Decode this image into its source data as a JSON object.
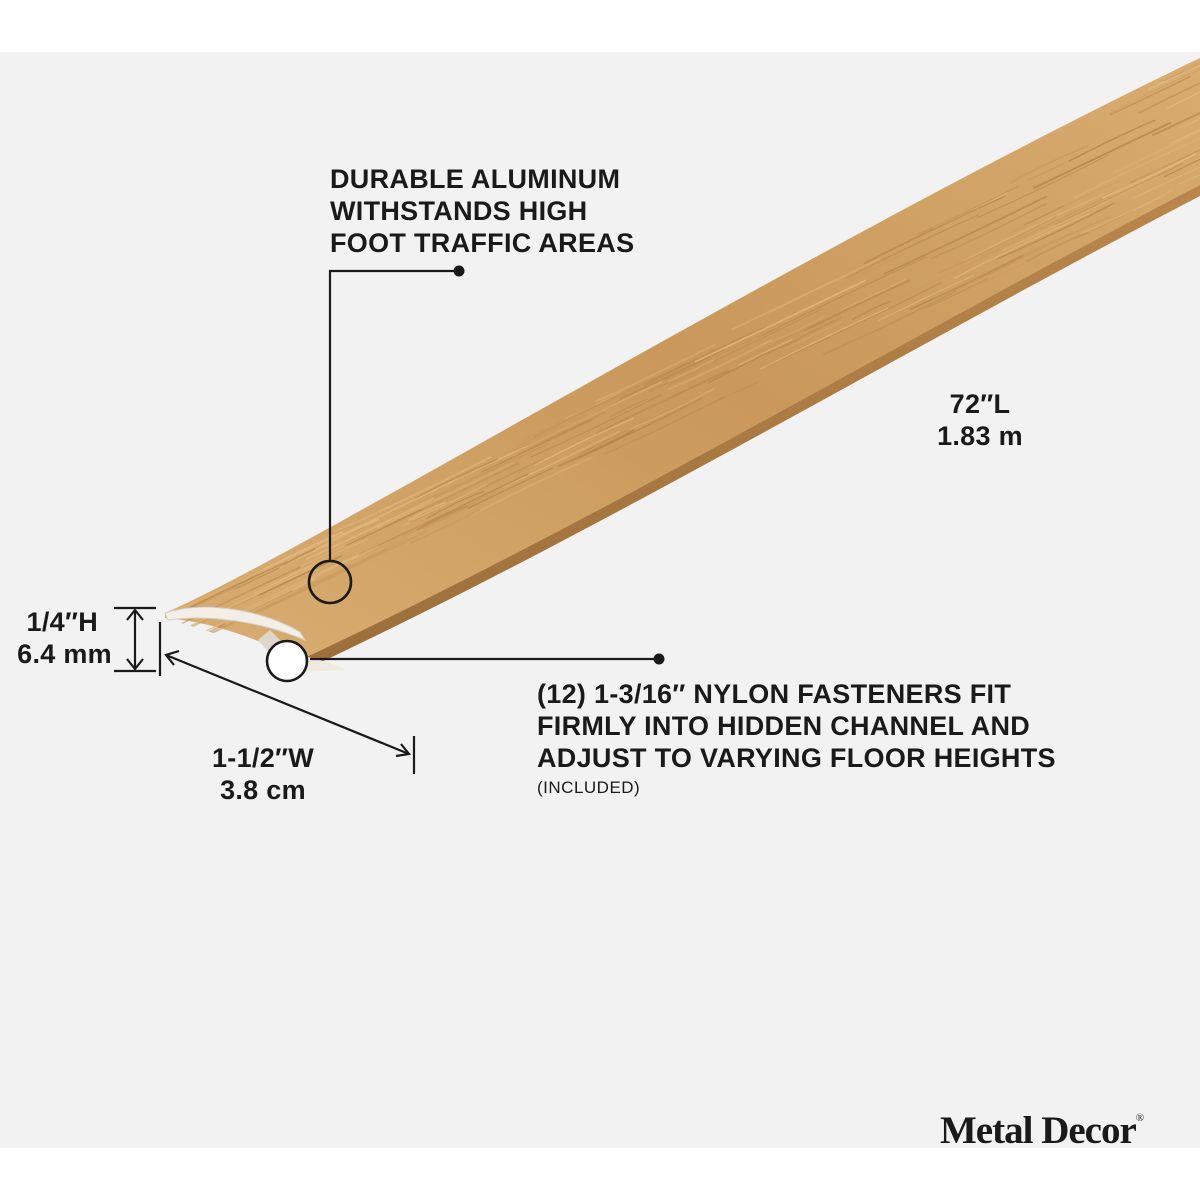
{
  "callouts": {
    "durability": {
      "lines": [
        "DURABLE ALUMINUM",
        "WITHSTANDS HIGH",
        "FOOT TRAFFIC AREAS"
      ]
    },
    "length": {
      "imperial": "72″L",
      "metric": "1.83 m"
    },
    "height": {
      "imperial": "1/4″H",
      "metric": "6.4 mm"
    },
    "width": {
      "imperial": "1-1/2″W",
      "metric": "3.8 cm"
    },
    "fasteners": {
      "lines": [
        "(12) 1-3/16″ NYLON FASTENERS FIT",
        "FIRMLY INTO HIDDEN CHANNEL AND",
        "ADJUST TO VARYING FLOOR HEIGHTS"
      ],
      "note": "(INCLUDED)"
    }
  },
  "brand": {
    "name": "Metal Decor",
    "mark": "®"
  },
  "colors": {
    "background": "#f2f2f2",
    "wood_light": "#e3bb83",
    "wood_mid": "#c9985a",
    "wood_dark": "#b4844b",
    "ink": "#1a1a1a"
  }
}
